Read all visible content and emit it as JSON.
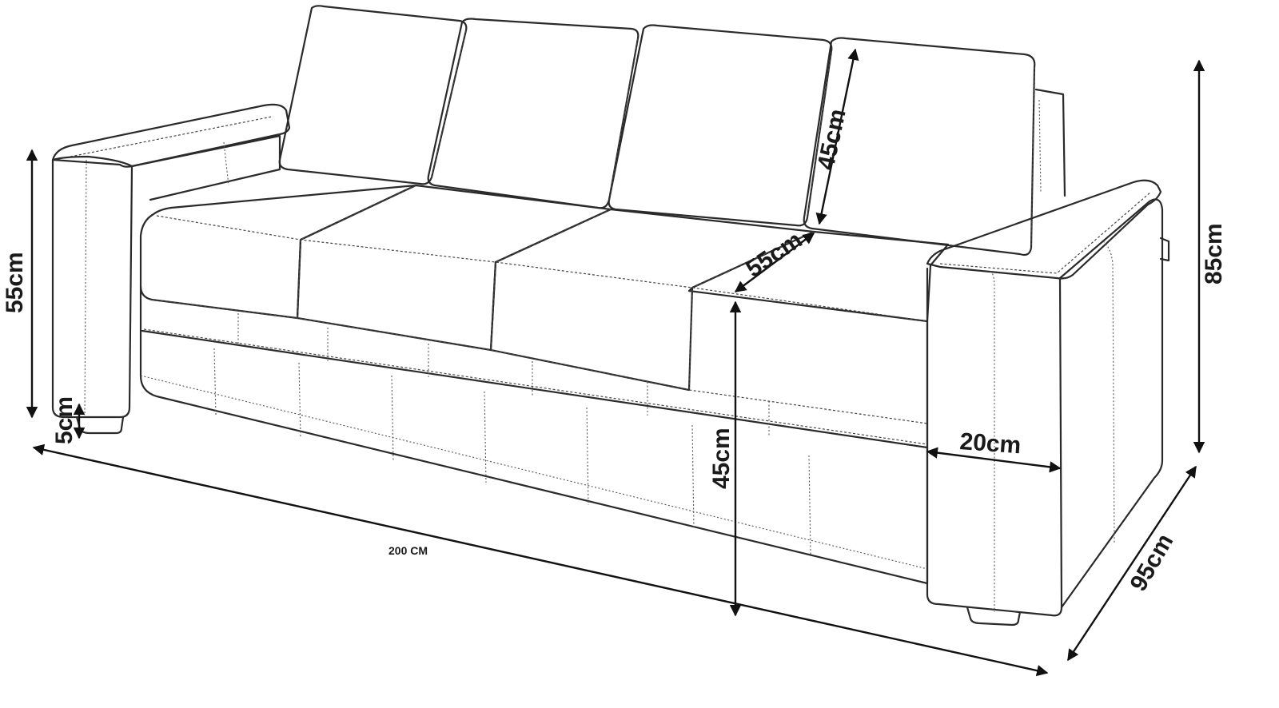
{
  "diagram": {
    "dimensions": {
      "back_cushion_height": "45cm",
      "seat_depth": "55cm",
      "arm_height": "55cm",
      "leg_height": "5cm",
      "seat_height": "45cm",
      "arm_width": "20cm",
      "total_height": "85cm",
      "total_depth": "95cm",
      "total_width": "200 CM"
    }
  }
}
